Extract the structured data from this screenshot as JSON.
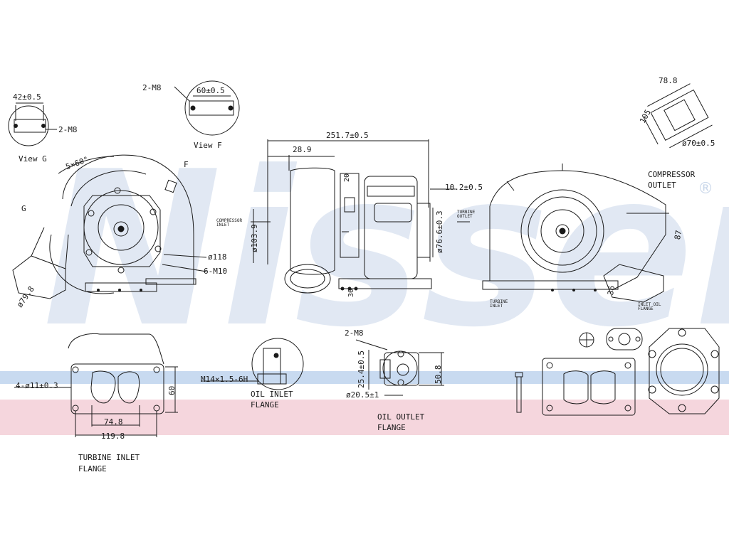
{
  "watermark": {
    "brand": "Nissens",
    "registered_mark": "®"
  },
  "colors": {
    "line": "#1a1a1a",
    "watermark_blue": "#c9d7ea",
    "band_blue": "#c8daf0",
    "band_pink": "#f5d6dd"
  },
  "views": {
    "view_g": {
      "title": "View G",
      "dim": "42±0.5",
      "thread": "2-M8"
    },
    "view_f": {
      "title": "View F",
      "dim": "60±0.5",
      "thread": "2-M8"
    },
    "top_right_detail": {
      "dim_a": "78.8",
      "dim_b": "105",
      "dim_c": "ø70±0.5"
    }
  },
  "turbine_side_view": {
    "angle_label": "5×60°",
    "marker_g": "G",
    "marker_f": "F",
    "diameter_118": "ø118",
    "bolt_label": "6-M10",
    "flange_diameter": "ø79.8"
  },
  "center_view": {
    "overall_length": "251.7±0.5",
    "length_28_9": "28.9",
    "height_103_9": "ø103.9",
    "offset_10_2": "10.2±0.5",
    "diameter_76_6": "ø76.6±0.3",
    "small_dim_a": "20",
    "small_dim_b": "30",
    "compressor_inlet_tag": "COMPRESSOR INLET",
    "turbine_outlet_tag": "TURBINE OUTLET"
  },
  "compressor_view": {
    "title_line1": "COMPRESSOR",
    "title_line2": "OUTLET",
    "dim_87": "87",
    "dim_36": "36",
    "turbine_inlet_tag": "TURBINE INLET",
    "oil_outlet_tag": "INLET OIL FLANGE"
  },
  "turbine_inlet_flange": {
    "holes": "4-ø11±0.3",
    "height": "60",
    "inner_width": "74.8",
    "outer_width": "119.8",
    "title_line1": "TURBINE INLET",
    "title_line2": "FLANGE"
  },
  "oil_inlet_flange": {
    "thread": "M14×1.5-6H",
    "title_line1": "OIL INLET",
    "title_line2": "FLANGE"
  },
  "oil_outlet_flange": {
    "thread": "2-M8",
    "spacing": "25.4±0.5",
    "height": "50.8",
    "diameter": "ø20.5±1",
    "title_line1": "OIL OUTLET",
    "title_line2": "FLANGE"
  }
}
